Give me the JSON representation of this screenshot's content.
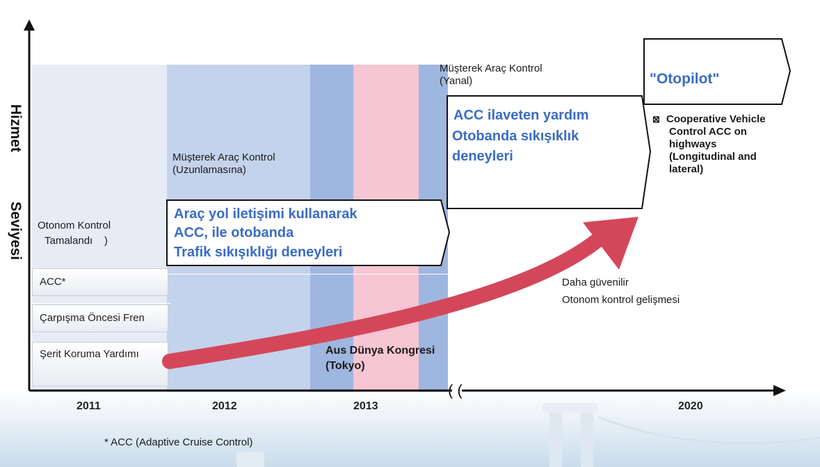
{
  "y_axis": {
    "label_top": "Hizmet",
    "label_bottom": "Seviyesi"
  },
  "years": [
    "2011",
    "2012",
    "2013",
    "2020"
  ],
  "left_items": [
    "ACC*",
    "Çarpışma Öncesi Fren",
    "Şerit Koruma Yardımı"
  ],
  "phase1": {
    "line1": "Otonom Kontrol",
    "line2": "Tamalandı    )"
  },
  "phase2": {
    "line1": "Müşterek Araç Kontrol",
    "line2": "(Uzunlamasına)"
  },
  "phase3": {
    "line1": "Müşterek Araç Kontrol",
    "line2": "(Yanal)"
  },
  "box1": {
    "lines": [
      "Araç yol iletişimi kullanarak",
      "ACC, ile otobanda",
      "Trafik sıkışıklığı deneyleri"
    ]
  },
  "box2": {
    "lines": [
      "ACC ilaveten  yardım",
      "Otobanda sıkışıklık",
      "deneyleri"
    ]
  },
  "box3": {
    "title": "\"Otopilot\""
  },
  "cooperative": {
    "bullet": "⊠",
    "lines": [
      "Cooperative Vehicle",
      "Control ACC on",
      "highways",
      "(Longitudinal and",
      "lateral)"
    ]
  },
  "congress": {
    "line1": "Aus Dünya Kongresi",
    "line2": "(Tokyo)"
  },
  "reliable": {
    "line1": "Daha güvenilir",
    "line2": "Otonom kontrol gelişmesi"
  },
  "axis_break": "( (",
  "footnote": "* ACC (Adaptive Cruise Control)",
  "colors": {
    "band_light": "#e6ebf6",
    "band_mid": "#c4d3ec",
    "band_dark": "#9fb6de",
    "band_pink": "#f7c6d3",
    "arrow": "#d4475a",
    "text_blue": "#3a6cc4"
  }
}
